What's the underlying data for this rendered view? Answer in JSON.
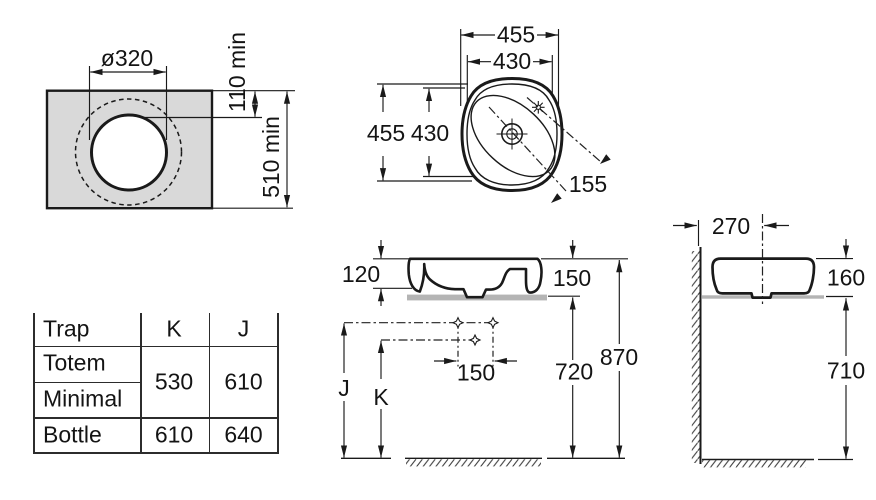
{
  "cutout_view": {
    "hole_diameter": "ø320",
    "front_clearance": "110 min",
    "depth_clearance": "510 min"
  },
  "top_view": {
    "outer_width": "455",
    "tap_width": "430",
    "outer_depth": "455",
    "tap_depth": "430",
    "drain_offset": "155"
  },
  "trap_table": {
    "col_trap": "Trap",
    "col_k": "K",
    "col_j": "J",
    "row_totem": "Totem",
    "row_minimal": "Minimal",
    "row_bottle": "Bottle",
    "totem_minimal_k": "530",
    "totem_minimal_j": "610",
    "bottle_k": "610",
    "bottle_j": "640"
  },
  "front_view": {
    "rim_height": "120",
    "basin_height": "150",
    "drain_spacing": "150",
    "counter_to_floor": "720",
    "rim_to_floor": "870",
    "dim_j": "J",
    "dim_k": "K"
  },
  "side_view": {
    "wall_offset": "270",
    "basin_height": "160",
    "counter_to_floor": "710"
  },
  "colors": {
    "line": "#1a1a1a",
    "counter_fill": "#d9d9d9",
    "counter_bar": "#b4b4b4"
  }
}
